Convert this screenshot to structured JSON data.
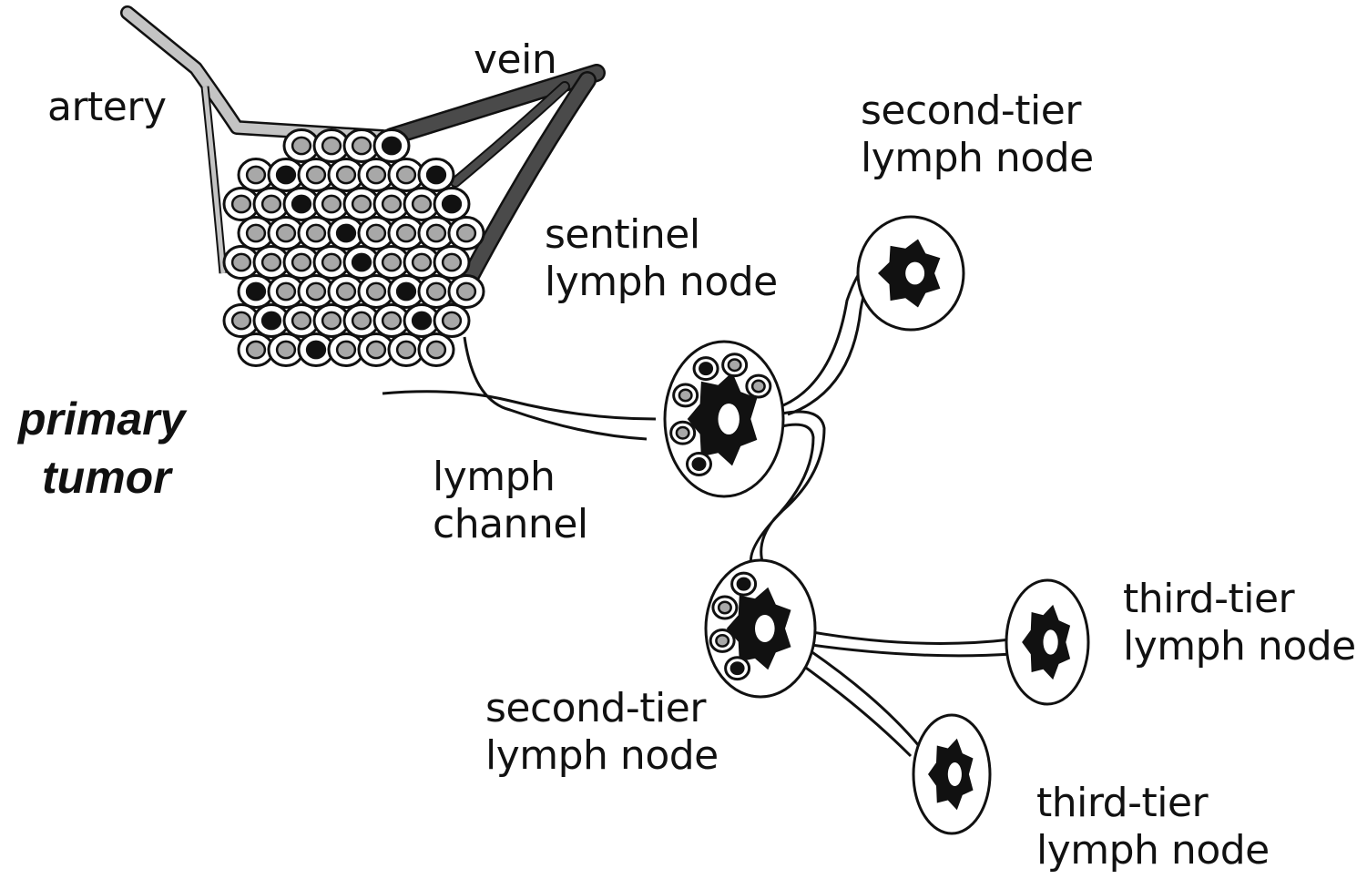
{
  "labels": {
    "artery": "artery",
    "vein": "vein",
    "primary_tumor": [
      "primary",
      "tumor"
    ],
    "sentinel_node": [
      "sentinel",
      "lymph node"
    ],
    "lymph_channel": [
      "lymph",
      "channel"
    ],
    "second_tier_top": [
      "second-tier",
      "lymph node"
    ],
    "second_tier_bottom": [
      "second-tier",
      "lymph node"
    ],
    "third_tier_right": [
      "third-tier",
      "lymph node"
    ],
    "third_tier_bottom": [
      "third-tier",
      "lymph node"
    ]
  },
  "colors": {
    "artery": "#c4c4c4",
    "vein": "#4a4a4a",
    "ink": "#111111",
    "nucleus_gray": "#a8a8a8",
    "nucleus_dark": "#111111"
  }
}
